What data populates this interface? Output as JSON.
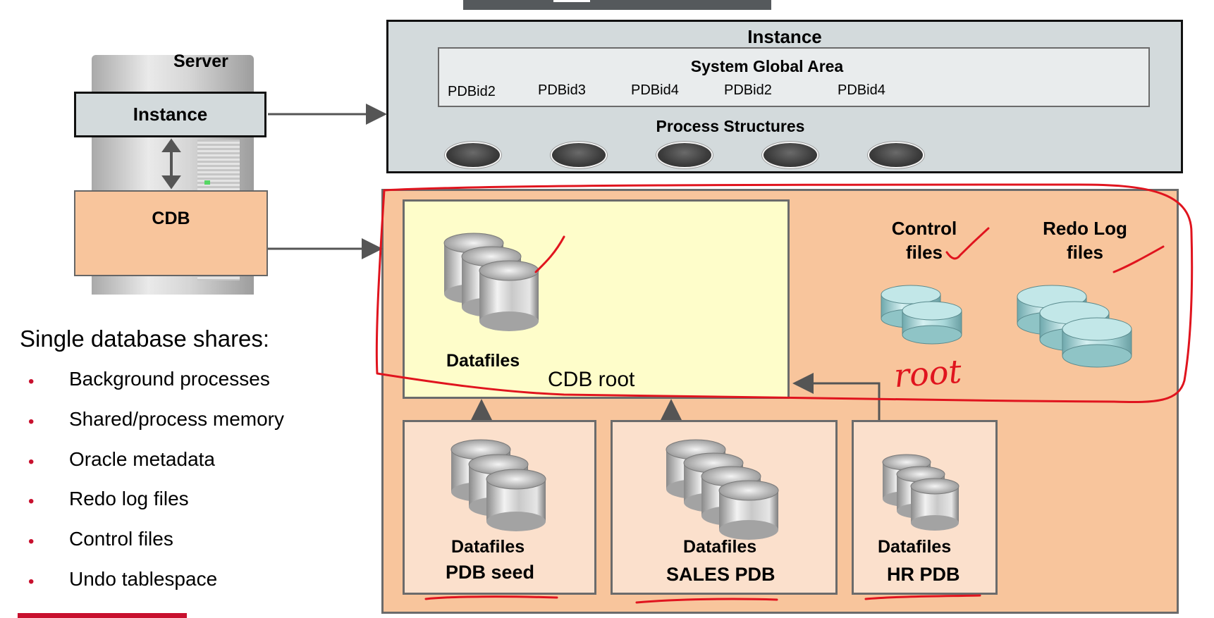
{
  "server": {
    "label": "Server"
  },
  "instance_small": {
    "label": "Instance"
  },
  "cdb_small": {
    "label": "CDB"
  },
  "instance_big": {
    "title": "Instance",
    "sga": {
      "title": "System Global Area",
      "pdb_ids": [
        "PDBid2",
        "PDBid3",
        "PDBid4",
        "PDBid2",
        "PDBid4"
      ]
    },
    "process_structures": {
      "title": "Process Structures"
    }
  },
  "cdb_root": {
    "datafiles_label": "Datafiles",
    "label": "CDB root"
  },
  "control_files": {
    "line1": "Control",
    "line2": "files"
  },
  "redo_log_files": {
    "line1": "Redo Log",
    "line2": "files"
  },
  "handwritten_note": "root",
  "pdbs": [
    {
      "datafiles_label": "Datafiles",
      "name": "PDB seed"
    },
    {
      "datafiles_label": "Datafiles",
      "name": "SALES PDB"
    },
    {
      "datafiles_label": "Datafiles",
      "name": "HR PDB"
    }
  ],
  "shares": {
    "title": "Single database shares:",
    "items": [
      "Background processes",
      "Shared/process memory",
      "Oracle metadata",
      "Redo log files",
      "Control files",
      "Undo tablespace"
    ]
  },
  "colors": {
    "instance_fill": "#d3dadc",
    "cdb_fill": "#f8c59c",
    "root_fill": "#fefdca",
    "pdb_fill": "#fbe0cc",
    "annotation_red": "#e0141e",
    "bullet_red": "#c8102e"
  }
}
